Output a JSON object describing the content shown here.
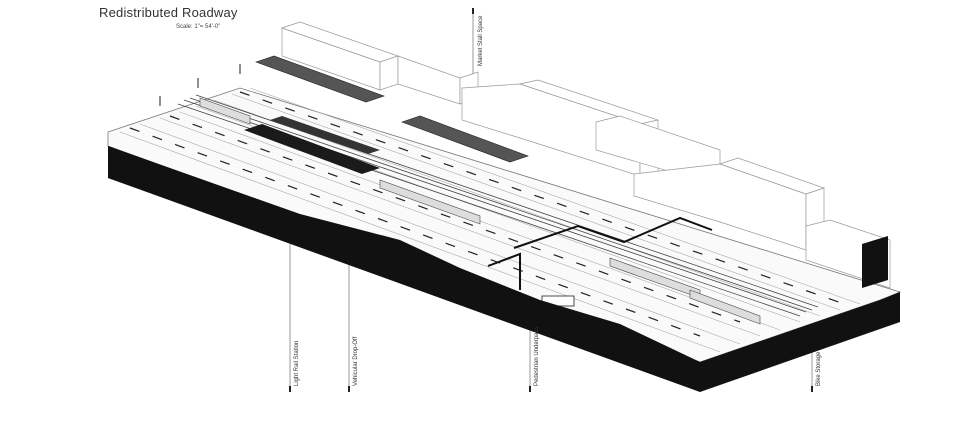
{
  "title": "Redistributed Roadway",
  "scale": "Scale: 1\"= 54'-0\"",
  "labels": {
    "market": "Market Stall Space",
    "light_rail": "Light Rail Station",
    "dropoff": "Vehicular Drop-Off",
    "underpass": "Pedestrian Underpass",
    "bike": "Bike Storage"
  }
}
